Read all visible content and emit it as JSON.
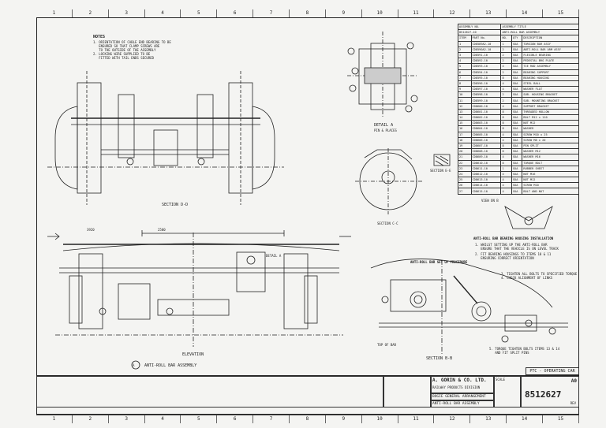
{
  "zones_top": [
    "1",
    "2",
    "3",
    "4",
    "5",
    "6",
    "7",
    "8",
    "9",
    "10",
    "11",
    "12",
    "13",
    "14",
    "15"
  ],
  "zones_bottom": [
    "1",
    "2",
    "3",
    "4",
    "5",
    "6",
    "7",
    "8",
    "9",
    "10",
    "11",
    "12",
    "13",
    "14",
    "15"
  ],
  "notes": {
    "heading": "NOTES",
    "items": [
      "1. ORIENTATION OF CABLE END BEARING TO BE",
      "   ENSURED SO THAT CLAMP SCREWS ARE",
      "   TO THE OUTSIDE OF THE ASSEMBLY",
      "2. LOCKING WIRE SUPPLIED TO BE",
      "   FITTED WITH TAIL ENDS SECURED"
    ]
  },
  "parts_list": {
    "header_title": "ASSEMBLY TITLE",
    "header_no": "ASSEMBLY NO.",
    "assembly_no": "8512627-10",
    "assembly_title": "ANTI-ROLL BAR ASSEMBLY",
    "col_headers": [
      "ITEM",
      "PART No.",
      "NO.",
      "QTY",
      "DESCRIPTION"
    ],
    "rows": [
      [
        "1",
        "CD8589A2-10",
        "1",
        "SUA",
        "TORSION BAR ASSY"
      ],
      [
        "2",
        "CD8590A2-10",
        "2",
        "SUA",
        "ANTI-ROLL BAR ARM ASSY"
      ],
      [
        "3",
        "CD8591-10",
        "2",
        "SUA",
        "FLEXIBLE BEARING"
      ],
      [
        "4",
        "CD8592-10",
        "2",
        "SUA",
        "PEDESTAL BRG PLATE"
      ],
      [
        "5",
        "CD8593-10",
        "4",
        "SUA",
        "TIE ROD ASSEMBLY"
      ],
      [
        "6",
        "CD8594-10",
        "2",
        "SUA",
        "BEARING SUPPORT"
      ],
      [
        "7",
        "CD8595-10",
        "8",
        "SUA",
        "BEARING HOUSING"
      ],
      [
        "8",
        "CD8596-10",
        "4",
        "SUA",
        "STEEL BALL"
      ],
      [
        "9",
        "CD8597-10",
        "4",
        "SUA",
        "WASHER FLAT"
      ],
      [
        "10",
        "CD8598-10",
        "2",
        "SUA",
        "SUB. HOUSING BRACKET"
      ],
      [
        "11",
        "CD8599-10",
        "2",
        "SUA",
        "SUB. MOUNTING BRACKET"
      ],
      [
        "12",
        "CD8600-10",
        "4",
        "SUA",
        "SUPPORT BRACKET"
      ],
      [
        "13",
        "CD8601-10",
        "8",
        "SUA",
        "THREADED HOLLOW"
      ],
      [
        "14",
        "CD8602-10",
        "8",
        "SUA",
        "BOLT M12 x 110"
      ],
      [
        "15",
        "CD8603-10",
        "8",
        "SUA",
        "NUT M12"
      ],
      [
        "16",
        "CD8604-10",
        "8",
        "SUA",
        "WASHER"
      ],
      [
        "17",
        "CD8605-10",
        "4",
        "SUA",
        "SCREW M10 x 25"
      ],
      [
        "18",
        "CD8606-10",
        "4",
        "SUA",
        "SCREW M8 x 20"
      ],
      [
        "19",
        "CD8607-10",
        "8",
        "SUA",
        "PIN SPLIT"
      ],
      [
        "20",
        "CD8608-10",
        "8",
        "SUA",
        "WASHER M12"
      ],
      [
        "21",
        "CD8609-10",
        "4",
        "SUA",
        "WASHER M16"
      ],
      [
        "22",
        "CD8610-10",
        "8",
        "SUA",
        "TORQUE BOLT"
      ],
      [
        "23",
        "CD8611-10",
        "1",
        "SUA",
        "RUBBER SHEET"
      ],
      [
        "24",
        "CD8612-10",
        "4",
        "SUA",
        "NUT M16"
      ],
      [
        "25",
        "CD8613-10",
        "4",
        "SUA",
        "NUT M12"
      ],
      [
        "26",
        "CD8614-10",
        "4",
        "SUA",
        "SCREW M10"
      ],
      [
        "27",
        "CD8615-10",
        "4",
        "SUA",
        "BOLT AND NUT"
      ]
    ]
  },
  "labels": {
    "section_dd": "SECTION D-D",
    "detail_a": "DETAIL A",
    "detail_a_sub": "PIN & PLACES",
    "section_ee": "SECTION E-E",
    "section_cc": "SECTION C-C",
    "section_bb": "SECTION B-B",
    "elevation": "ELEVATION",
    "assembly_caption": "ANTI-ROLL BAR ASSEMBLY",
    "circle_a": "A",
    "top_plan": "TOP OF BAR",
    "dim_1": "3920",
    "dim_2": "2500",
    "detail_a_ref": "DETAIL A",
    "ref_label": "VIEW ON B"
  },
  "procedure": {
    "title": "ANTI-ROLL BAR SET UP PROCEDURE",
    "heading2": "ANTI-ROLL BAR BEARING HOUSING INSTALLATION",
    "steps": [
      "1. WHILST SETTING UP THE ANTI-ROLL BAR",
      "   ENSURE THAT THE VEHICLE IS ON LEVEL TRACK",
      "2. FIT BEARING HOUSINGS TO ITEMS 10 & 11",
      "   ENSURING CORRECT ORIENTATION",
      "3. TIGHTEN ALL BOLTS TO SPECIFIED TORQUE",
      "4. CHECK ALIGNMENT OF LINKS",
      "5. TORQUE TIGHTEN BOLTS ITEMS 13 & 14",
      "   AND FIT SPLIT PINS"
    ]
  },
  "title_block": {
    "company": "A. GORIN & CO. LTD.",
    "division": "RAILWAY PRODUCTS DIVISION",
    "drawing_title": "BOGIE GENERAL ARRANGEMENT",
    "drawing_subtitle": "ANTI-ROLL BAR ASSEMBLY",
    "drawing_no": "8512627",
    "sheet": "A0",
    "status": "PTC - OPERATING CAR",
    "scale_label": "SCALE",
    "rev_label": "REV"
  }
}
